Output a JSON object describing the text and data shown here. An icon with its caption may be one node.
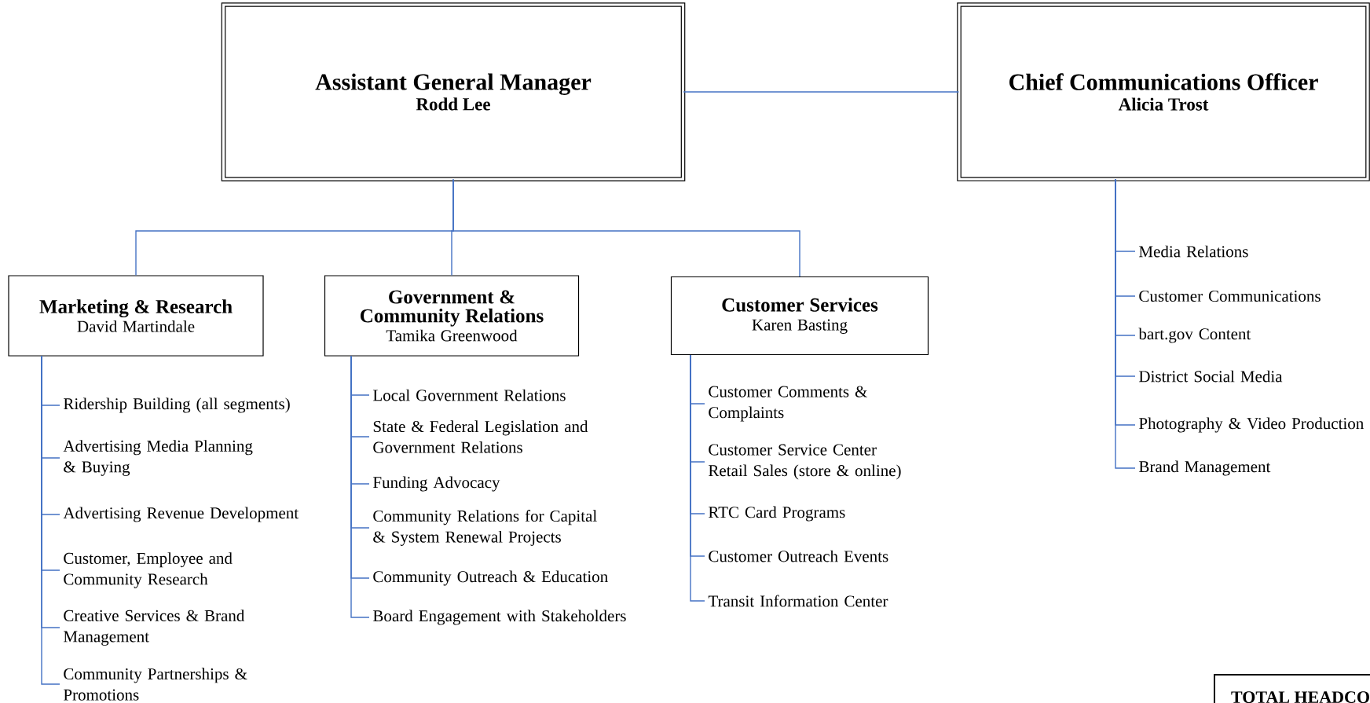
{
  "diagram": {
    "nodes": [
      {
        "text": [
          "Assistant General Manager",
          "Rodd Lee"
        ]
      },
      {
        "text": [
          "Chief Communications Officer",
          "Alicia Trost"
        ]
      },
      {
        "text": [
          "Marketing & Research",
          "David Martindale"
        ]
      },
      {
        "text": [
          "Government & Community Relations",
          "Tamika Greenwood"
        ]
      },
      {
        "text": [
          "Customer Services",
          "Karen Basting"
        ]
      },
      {
        "text": [
          "Ridership Building (all segments)"
        ]
      },
      {
        "text": [
          "Advertising Media Planning & Buying"
        ]
      },
      {
        "text": [
          "Advertising Revenue Development"
        ]
      },
      {
        "text": [
          "Customer, Employee and Community Research"
        ]
      },
      {
        "text": [
          "Creative Services & Brand Management"
        ]
      },
      {
        "text": [
          "Community Partnerships & Promotions"
        ]
      },
      {
        "text": [
          "Local Government Relations"
        ]
      },
      {
        "text": [
          "State & Federal Legislation and Government Relations"
        ]
      },
      {
        "text": [
          "Funding Advocacy"
        ]
      },
      {
        "text": [
          "Community Relations for Capital & System Renewal Projects"
        ]
      },
      {
        "text": [
          "Community Outreach & Education"
        ]
      },
      {
        "text": [
          "Board Engagement with Stakeholders"
        ]
      },
      {
        "text": [
          "Customer Comments & Complaints"
        ]
      },
      {
        "text": [
          "Customer Service Center Retail Sales (store & online)"
        ]
      },
      {
        "text": [
          "RTC Card Programs"
        ]
      },
      {
        "text": [
          "Customer Outreach Events"
        ]
      },
      {
        "text": [
          "Transit Information Center"
        ]
      },
      {
        "text": [
          "Media Relations"
        ]
      },
      {
        "text": [
          "Customer Communications"
        ]
      },
      {
        "text": [
          "bart.gov Content"
        ]
      },
      {
        "text": [
          "District Social Media"
        ]
      },
      {
        "text": [
          "Photography & Video Production"
        ]
      },
      {
        "text": [
          "Brand Management"
        ]
      },
      {
        "text": [
          "TOTAL HEADCO"
        ]
      }
    ],
    "edges": [
      {
        "from": 0,
        "to": 1,
        "arrow": "none"
      },
      {
        "from": 0,
        "to": 2,
        "arrow": "none"
      },
      {
        "from": 0,
        "to": 3,
        "arrow": "none"
      },
      {
        "from": 0,
        "to": 4,
        "arrow": "none"
      },
      {
        "from": 2,
        "to": 5,
        "arrow": "none"
      },
      {
        "from": 2,
        "to": 6,
        "arrow": "none"
      },
      {
        "from": 2,
        "to": 7,
        "arrow": "none"
      },
      {
        "from": 2,
        "to": 8,
        "arrow": "none"
      },
      {
        "from": 2,
        "to": 9,
        "arrow": "none"
      },
      {
        "from": 2,
        "to": 10,
        "arrow": "none"
      },
      {
        "from": 3,
        "to": 11,
        "arrow": "none"
      },
      {
        "from": 3,
        "to": 12,
        "arrow": "none"
      },
      {
        "from": 3,
        "to": 13,
        "arrow": "none"
      },
      {
        "from": 3,
        "to": 14,
        "arrow": "none"
      },
      {
        "from": 3,
        "to": 15,
        "arrow": "none"
      },
      {
        "from": 3,
        "to": 16,
        "arrow": "none"
      },
      {
        "from": 4,
        "to": 17,
        "arrow": "none"
      },
      {
        "from": 4,
        "to": 18,
        "arrow": "none"
      },
      {
        "from": 4,
        "to": 19,
        "arrow": "none"
      },
      {
        "from": 4,
        "to": 20,
        "arrow": "none"
      },
      {
        "from": 4,
        "to": 21,
        "arrow": "none"
      },
      {
        "from": 1,
        "to": 22,
        "arrow": "none"
      },
      {
        "from": 1,
        "to": 23,
        "arrow": "none"
      },
      {
        "from": 1,
        "to": 24,
        "arrow": "none"
      },
      {
        "from": 1,
        "to": 25,
        "arrow": "none"
      },
      {
        "from": 1,
        "to": 26,
        "arrow": "none"
      },
      {
        "from": 1,
        "to": 27,
        "arrow": "none"
      }
    ]
  }
}
